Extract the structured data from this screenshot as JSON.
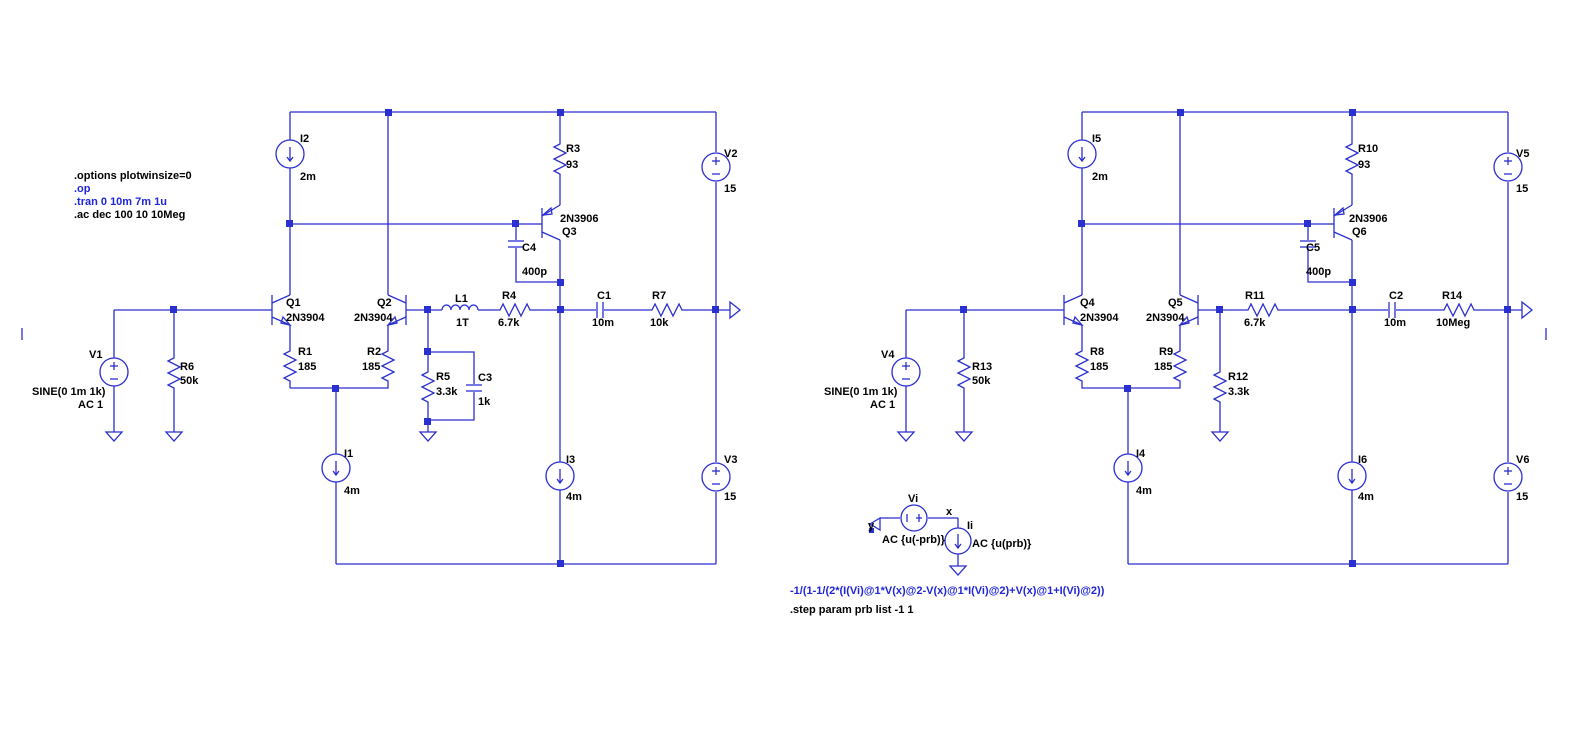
{
  "circuit_left": {
    "directives": [
      ".options plotwinsize=0",
      ".op",
      ".tran 0 10m 7m 1u",
      ".ac dec 100 10 10Meg"
    ],
    "I2": {
      "name": "I2",
      "value": "2m"
    },
    "I1": {
      "name": "I1",
      "value": "4m"
    },
    "I3": {
      "name": "I3",
      "value": "4m"
    },
    "R3": {
      "name": "R3",
      "value": "93"
    },
    "R1": {
      "name": "R1",
      "value": "185"
    },
    "R2": {
      "name": "R2",
      "value": "185"
    },
    "R5": {
      "name": "R5",
      "value": "3.3k"
    },
    "R4": {
      "name": "R4",
      "value": "6.7k"
    },
    "R6": {
      "name": "R6",
      "value": "50k"
    },
    "R7": {
      "name": "R7",
      "value": "10k"
    },
    "C1": {
      "name": "C1",
      "value": "10m"
    },
    "C3": {
      "name": "C3",
      "value": "1k"
    },
    "C4": {
      "name": "C4",
      "value": "400p"
    },
    "L1": {
      "name": "L1",
      "value": "1T"
    },
    "Q1": {
      "name": "Q1",
      "model": "2N3904"
    },
    "Q2": {
      "name": "Q2",
      "model": "2N3904"
    },
    "Q3": {
      "name": "Q3",
      "model": "2N3906"
    },
    "V1": {
      "name": "V1",
      "value1": "SINE(0 1m 1k)",
      "value2": "AC 1"
    },
    "V2": {
      "name": "V2",
      "value": "15"
    },
    "V3": {
      "name": "V3",
      "value": "15"
    }
  },
  "circuit_right": {
    "I5": {
      "name": "I5",
      "value": "2m"
    },
    "I4": {
      "name": "I4",
      "value": "4m"
    },
    "I6": {
      "name": "I6",
      "value": "4m"
    },
    "R10": {
      "name": "R10",
      "value": "93"
    },
    "R8": {
      "name": "R8",
      "value": "185"
    },
    "R9": {
      "name": "R9",
      "value": "185"
    },
    "R11": {
      "name": "R11",
      "value": "6.7k"
    },
    "R12": {
      "name": "R12",
      "value": "3.3k"
    },
    "R13": {
      "name": "R13",
      "value": "50k"
    },
    "R14": {
      "name": "R14",
      "value": "10Meg"
    },
    "C2": {
      "name": "C2",
      "value": "10m"
    },
    "C5": {
      "name": "C5",
      "value": "400p"
    },
    "Q4": {
      "name": "Q4",
      "model": "2N3904"
    },
    "Q5": {
      "name": "Q5",
      "model": "2N3904"
    },
    "Q6": {
      "name": "Q6",
      "model": "2N3906"
    },
    "V4": {
      "name": "V4",
      "value1": "SINE(0 1m 1k)",
      "value2": "AC 1"
    },
    "V5": {
      "name": "V5",
      "value": "15"
    },
    "V6": {
      "name": "V6",
      "value": "15"
    }
  },
  "probe": {
    "Vi": {
      "name": "Vi",
      "value": "AC {u(-prb)}"
    },
    "Ii": {
      "name": "Ii",
      "value": "AC {u(prb)}"
    },
    "node_x": "x",
    "node_y": "y",
    "expression": "-1/(1-1/(2*(I(Vi)@1*V(x)@2-V(x)@1*I(Vi)@2)+V(x)@1+I(Vi)@2))",
    "step": ".step param prb list -1 1"
  }
}
